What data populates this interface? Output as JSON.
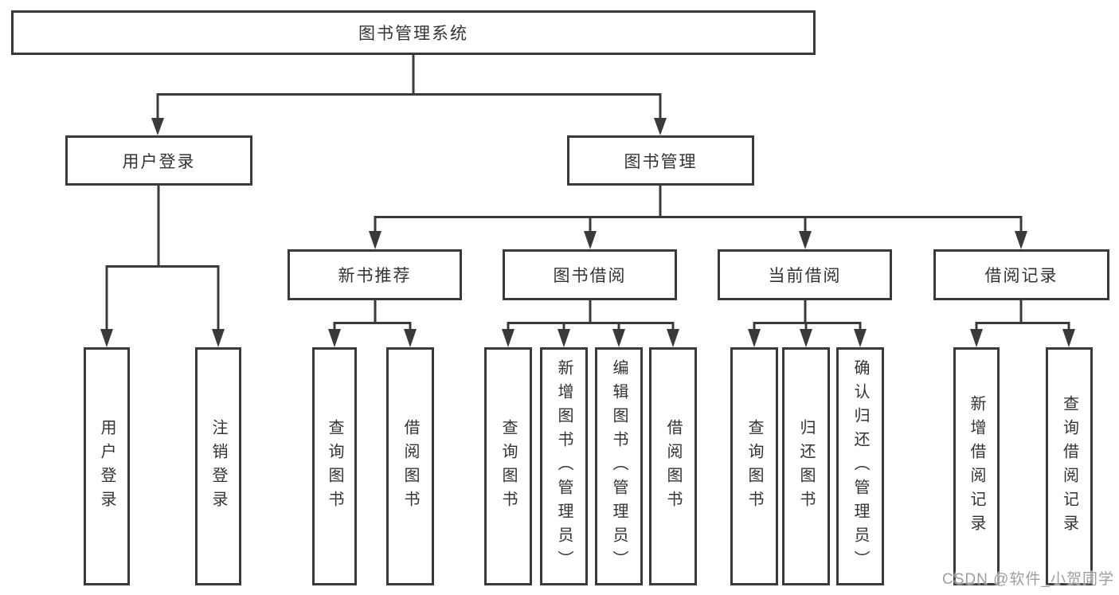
{
  "diagram_type": "function-structure-tree",
  "colors": {
    "line": "#3a3a3a",
    "text": "#333333",
    "background": "#ffffff",
    "watermark": "#9e9e9e"
  },
  "tree": {
    "label": "图书管理系统",
    "children": [
      {
        "label": "用户登录",
        "children": [
          {
            "label": "用户登录"
          },
          {
            "label": "注销登录"
          }
        ]
      },
      {
        "label": "图书管理",
        "children": [
          {
            "label": "新书推荐",
            "children": [
              {
                "label": "查询图书"
              },
              {
                "label": "借阅图书"
              }
            ]
          },
          {
            "label": "图书借阅",
            "children": [
              {
                "label": "查询图书"
              },
              {
                "label": "新增图书（管理员）"
              },
              {
                "label": "编辑图书（管理员）"
              },
              {
                "label": "借阅图书"
              }
            ]
          },
          {
            "label": "当前借阅",
            "children": [
              {
                "label": "查询图书"
              },
              {
                "label": "归还图书"
              },
              {
                "label": "确认归还（管理员）"
              }
            ]
          },
          {
            "label": "借阅记录",
            "children": [
              {
                "label": "新增借阅记录"
              },
              {
                "label": "查询借阅记录"
              }
            ]
          }
        ]
      }
    ]
  },
  "watermark": {
    "text": "CSDN @软件_小贺同学"
  }
}
